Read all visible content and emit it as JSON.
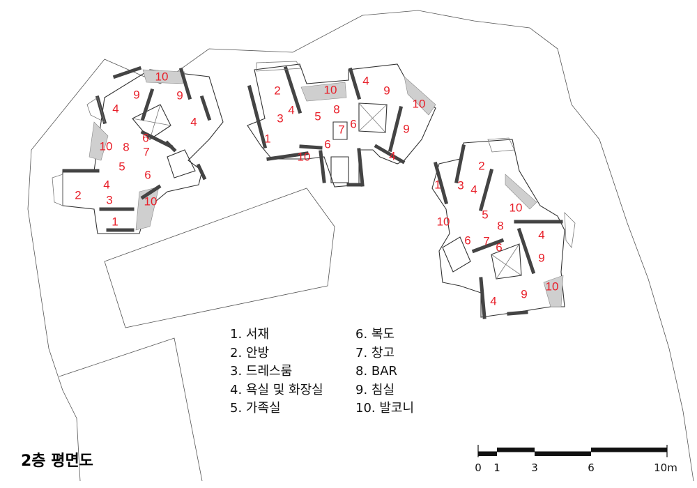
{
  "title": "2층 평면도",
  "legend": [
    {
      "num": "1",
      "label": "1. 서재"
    },
    {
      "num": "2",
      "label": "2. 안방"
    },
    {
      "num": "3",
      "label": "3. 드레스룸"
    },
    {
      "num": "4",
      "label": "4. 욕실 및 화장실"
    },
    {
      "num": "5",
      "label": "5. 가족실"
    },
    {
      "num": "6",
      "label": "6. 복도"
    },
    {
      "num": "7",
      "label": "7. 창고"
    },
    {
      "num": "8",
      "label": "8. BAR"
    },
    {
      "num": "9",
      "label": "9. 침실"
    },
    {
      "num": "10",
      "label": "10. 발코니"
    }
  ],
  "scale_bar": {
    "ticks": [
      "0",
      "1",
      "3",
      "6",
      "10m"
    ]
  },
  "room_labels": {
    "left_unit": [
      "10",
      "9",
      "9",
      "4",
      "4",
      "6",
      "10",
      "8",
      "7",
      "5",
      "6",
      "2",
      "4",
      "3",
      "10",
      "1"
    ],
    "middle_unit": [
      "2",
      "10",
      "4",
      "9",
      "3",
      "4",
      "5",
      "8",
      "10",
      "6",
      "7",
      "1",
      "9",
      "6",
      "10",
      "4"
    ],
    "right_unit": [
      "2",
      "1",
      "3",
      "4",
      "10",
      "5",
      "10",
      "8",
      "4",
      "6",
      "7",
      "6",
      "9",
      "4",
      "9",
      "10"
    ]
  },
  "colors": {
    "room_label": "#e8202a",
    "wall": "#333333",
    "text": "#111111"
  }
}
